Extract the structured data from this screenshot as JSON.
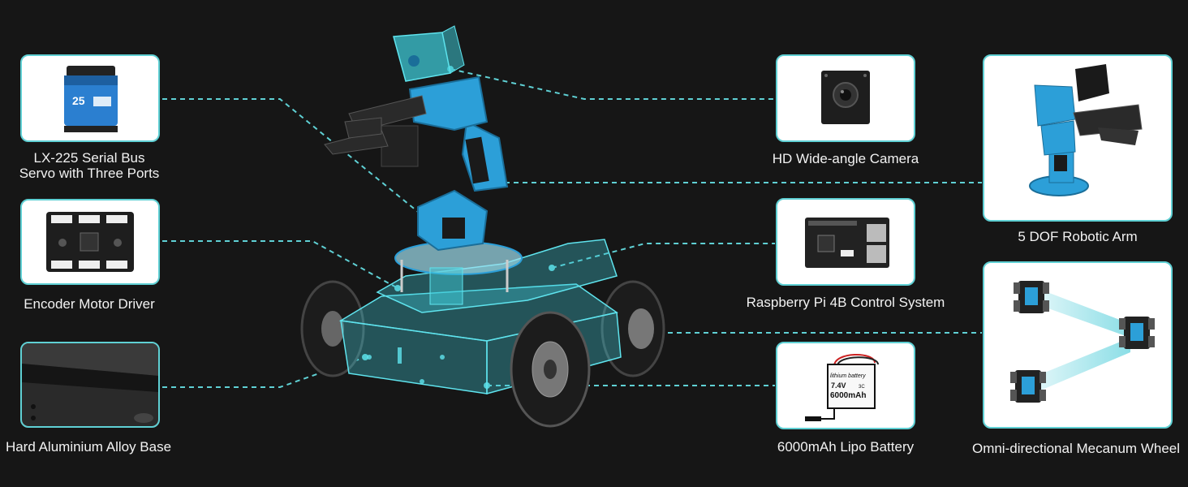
{
  "colors": {
    "accent": "#5fd0d4",
    "background": "#161616",
    "chassis": "#3ec8d6",
    "arm": "#2c9fd8"
  },
  "components": {
    "servo": {
      "label": "LX-225 Serial Bus\nServo with Three Ports",
      "icon": "servo-icon",
      "badge": "25"
    },
    "motor_driver": {
      "label": "Encoder Motor Driver",
      "icon": "motor-driver-board-icon"
    },
    "base": {
      "label": "Hard Aluminium Alloy Base",
      "icon": "aluminium-base-icon"
    },
    "camera": {
      "label": "HD Wide-angle Camera",
      "icon": "camera-icon"
    },
    "raspberry": {
      "label": "Raspberry Pi 4B Control System",
      "icon": "raspberry-pi-board-icon"
    },
    "battery": {
      "label": "6000mAh Lipo Battery",
      "icon": "battery-icon",
      "printed": [
        "lithium battery",
        "7.4V",
        "3C",
        "6000mAh"
      ]
    },
    "arm": {
      "label": "5 DOF Robotic Arm",
      "icon": "robotic-arm-icon"
    },
    "wheel": {
      "label": "Omni-directional Mecanum Wheel",
      "icon": "mecanum-motion-icon"
    }
  }
}
